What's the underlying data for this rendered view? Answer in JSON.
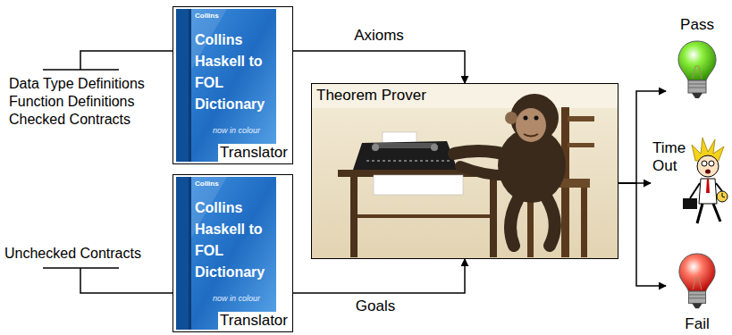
{
  "diagram": {
    "nodes": [
      {
        "text": [
          "Data Type Definitions",
          "Function Definitions",
          "Checked Contracts"
        ]
      },
      {
        "text": [
          "Collins",
          "Collins Haskell to FOL Dictionary",
          "now in colour",
          "Translator"
        ]
      },
      {
        "text": [
          "Unchecked Contracts"
        ]
      },
      {
        "text": [
          "Collins",
          "Collins Haskell to FOL Dictionary",
          "now in colour",
          "Translator"
        ]
      },
      {
        "text": [
          "Theorem Prover"
        ]
      },
      {
        "text": [
          "Pass"
        ]
      },
      {
        "text": [
          "Time Out"
        ]
      },
      {
        "text": [
          "Fail"
        ]
      }
    ],
    "edges": [
      {
        "from": 0,
        "to": 1,
        "arrow": "none"
      },
      {
        "from": 2,
        "to": 3,
        "arrow": "none"
      },
      {
        "from": 1,
        "to": 4,
        "label": "Axioms",
        "arrow": "to"
      },
      {
        "from": 3,
        "to": 4,
        "label": "Goals",
        "arrow": "to"
      },
      {
        "from": 4,
        "to": 5,
        "arrow": "to"
      },
      {
        "from": 4,
        "to": 6,
        "arrow": "to"
      },
      {
        "from": 4,
        "to": 7,
        "arrow": "to"
      }
    ]
  }
}
